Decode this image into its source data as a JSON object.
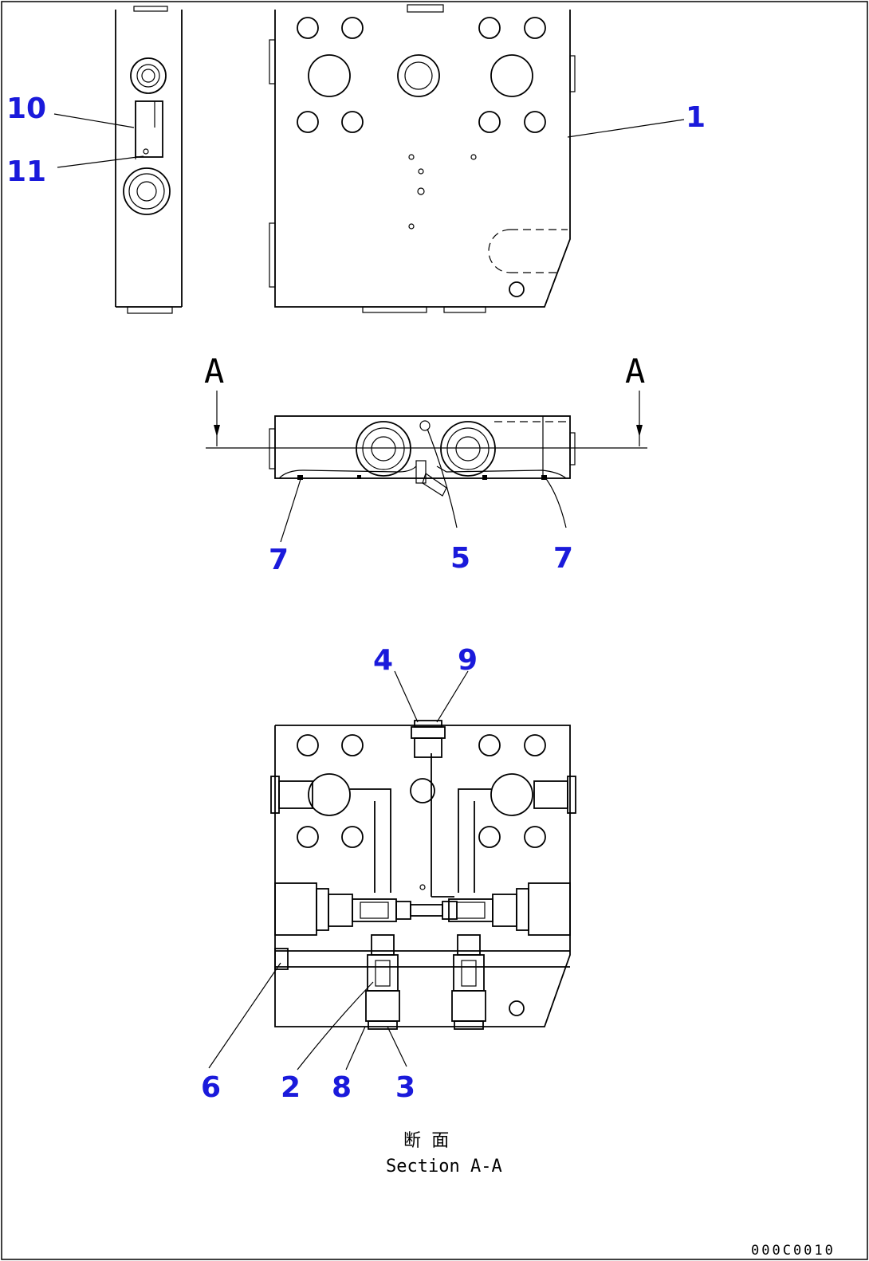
{
  "callouts": {
    "c1": "1",
    "c2": "2",
    "c3": "3",
    "c4": "4",
    "c5": "5",
    "c6": "6",
    "c7_left": "7",
    "c7_right": "7",
    "c8": "8",
    "c9": "9",
    "c10": "10",
    "c11": "11"
  },
  "section_marker": {
    "left": "A",
    "right": "A"
  },
  "section_caption": {
    "japanese": "断 面",
    "english": "Section A-A"
  },
  "drawing_code": "000C0010",
  "colors": {
    "callout": "#1a1adb",
    "line": "#000000",
    "background": "#ffffff"
  }
}
